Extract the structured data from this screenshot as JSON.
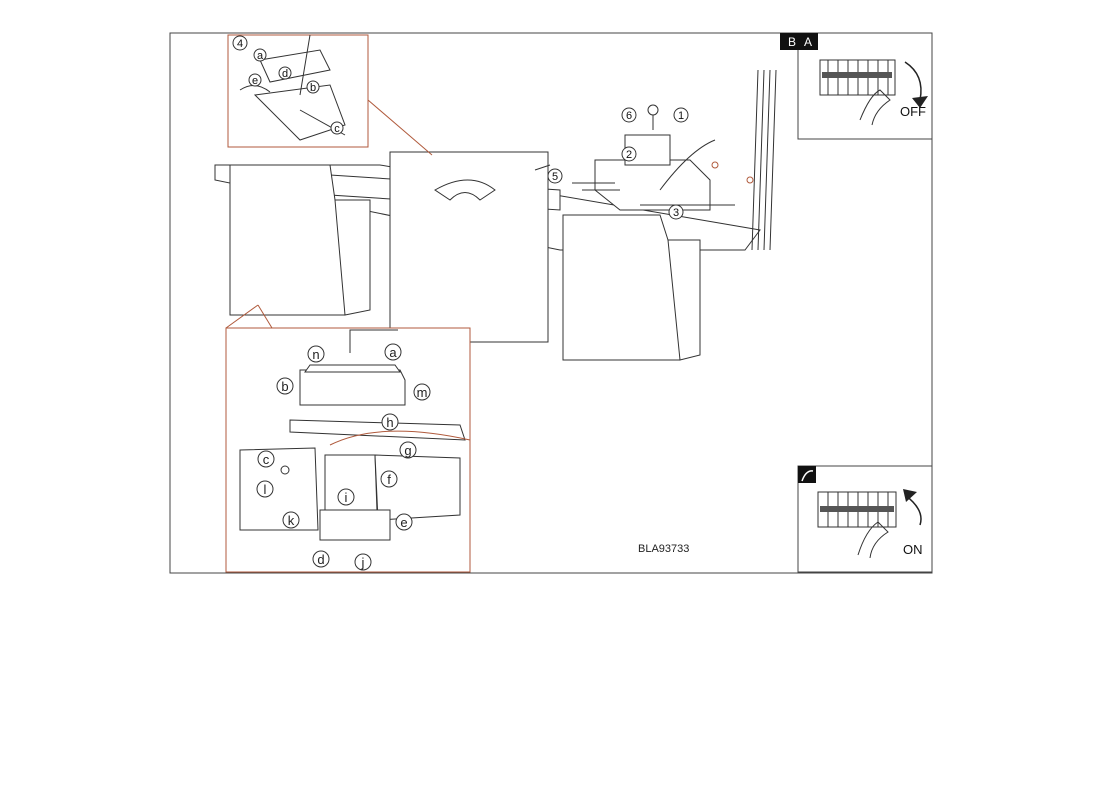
{
  "reference_code": "BLA93733",
  "corner_badge": [
    "B",
    "A"
  ],
  "power_off_label": "OFF",
  "power_on_label": "ON",
  "step_numbers": [
    "1",
    "2",
    "3",
    "4",
    "5",
    "6"
  ],
  "sub_step_letters": [
    "a",
    "b",
    "c",
    "d",
    "e",
    "f",
    "g",
    "h",
    "i",
    "j",
    "k",
    "l",
    "m",
    "n"
  ],
  "colors": {
    "line": "#333333",
    "inset_border": "#b05a3c",
    "wire_accent": "#b05a3c",
    "badge_bg": "#111111"
  }
}
